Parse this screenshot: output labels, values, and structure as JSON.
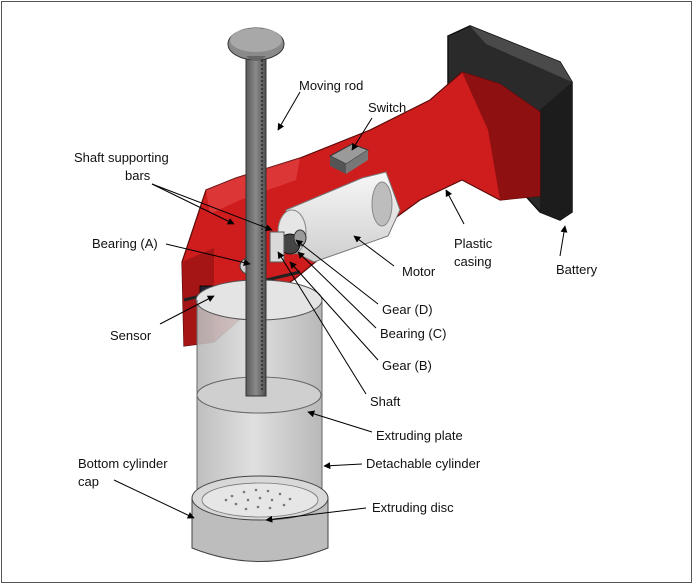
{
  "diagram": {
    "labels": {
      "moving_rod": "Moving rod",
      "switch": "Switch",
      "shaft_supporting_bars_l1": "Shaft supporting",
      "shaft_supporting_bars_l2": "bars",
      "bearing_a": "Bearing (A)",
      "plastic_casing_l1": "Plastic",
      "plastic_casing_l2": "casing",
      "motor": "Motor",
      "battery": "Battery",
      "gear_d": "Gear (D)",
      "sensor": "Sensor",
      "bearing_c": "Bearing (C)",
      "gear_b": "Gear (B)",
      "shaft": "Shaft",
      "extruding_plate": "Extruding plate",
      "bottom_cylinder_cap_l1": "Bottom cylinder",
      "bottom_cylinder_cap_l2": "cap",
      "detachable_cylinder": "Detachable cylinder",
      "extruding_disc": "Extruding disc"
    },
    "colors": {
      "casing_red": "#d01e1e",
      "casing_dark_red": "#8c1010",
      "battery_dark": "#2f2f2f",
      "motor_white": "#eeeeee",
      "cylinder_gray": "#c4c4c4",
      "rod_gray": "#6e6e6e"
    }
  }
}
